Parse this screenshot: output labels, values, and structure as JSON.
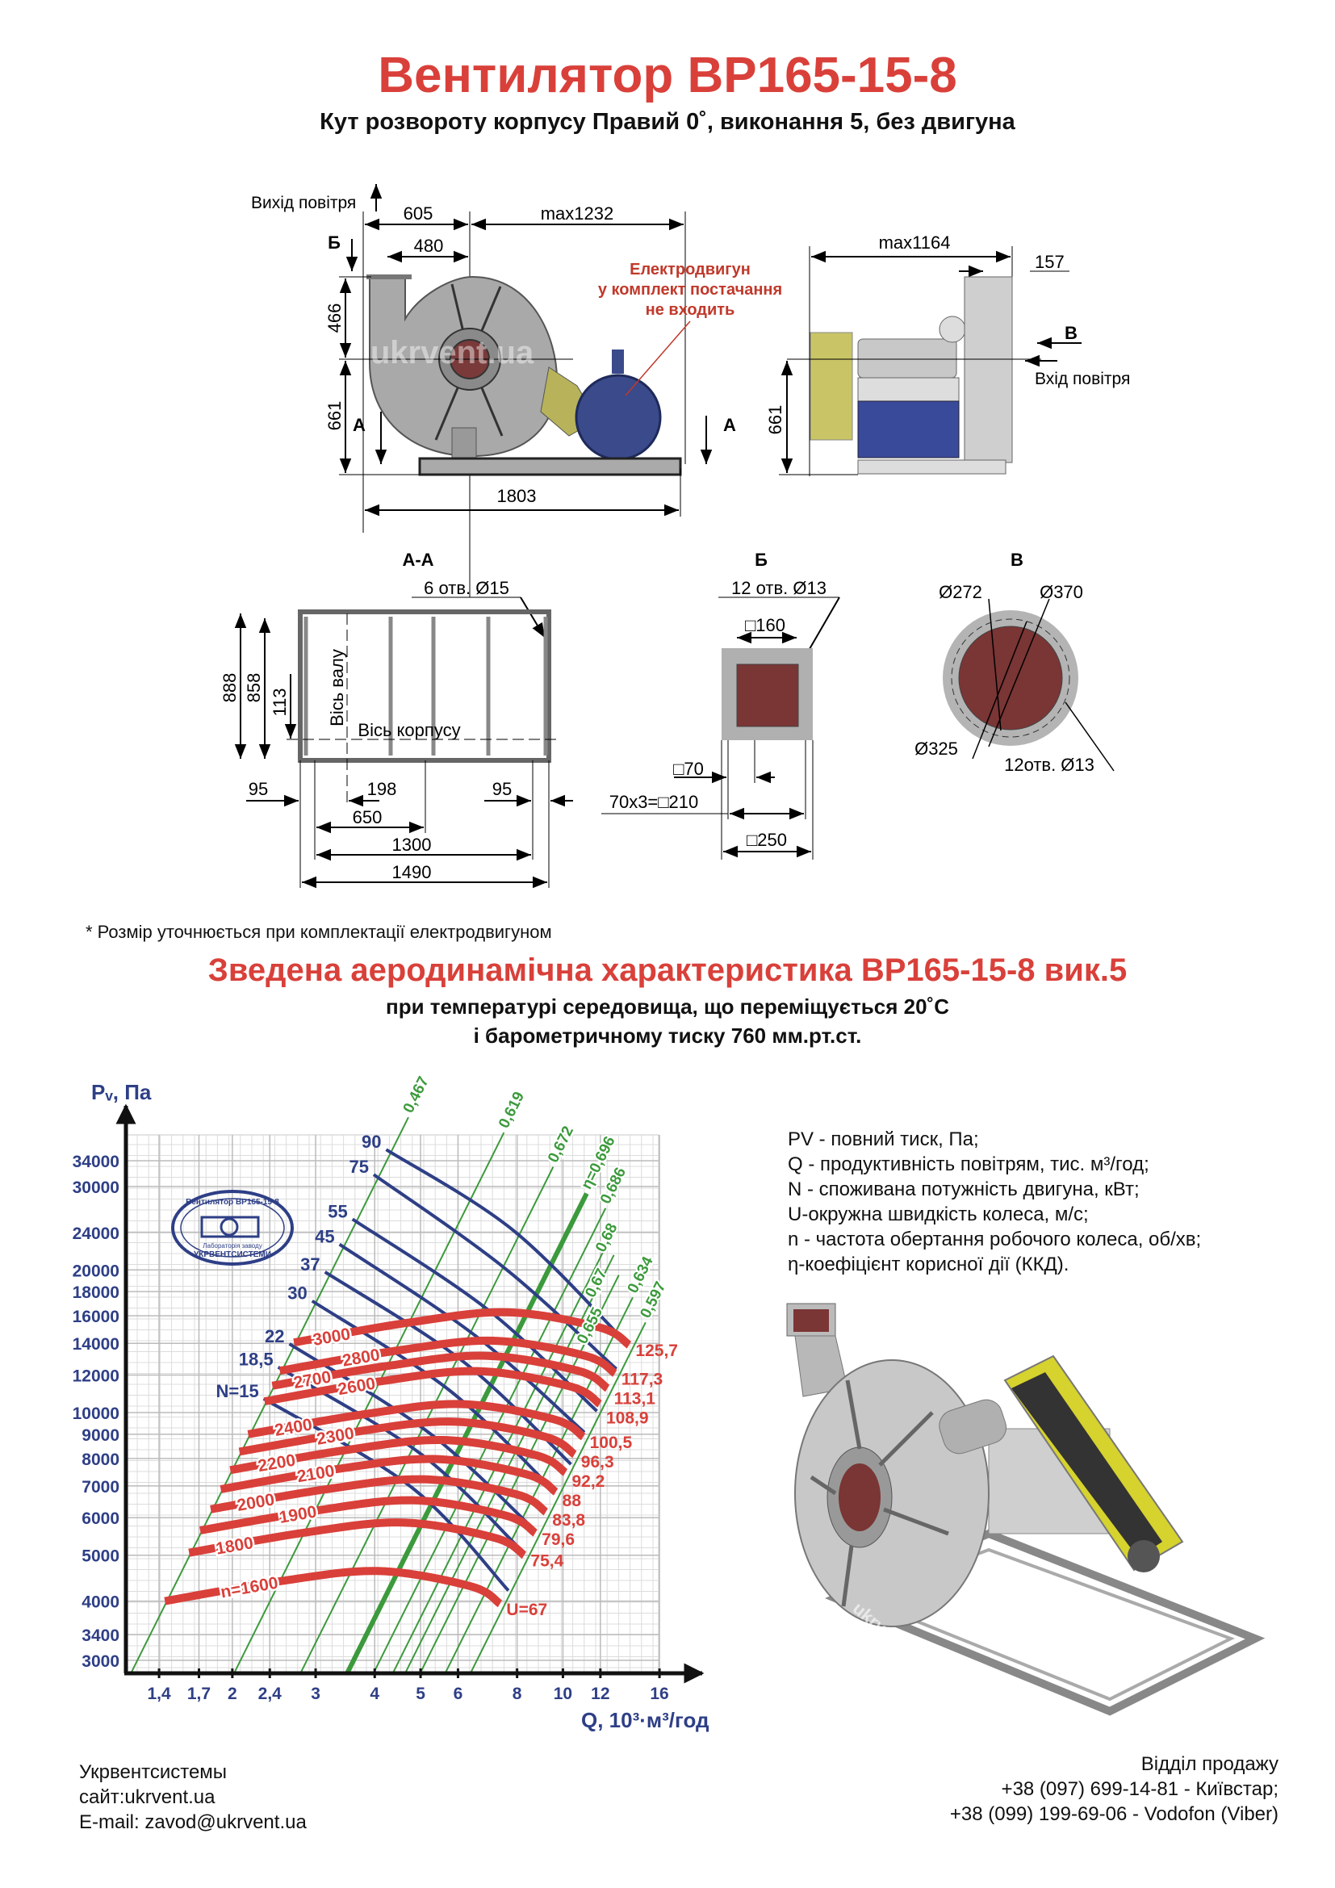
{
  "header": {
    "title": "Вентилятор ВР165-15-8",
    "subtitle": "Кут розвороту корпусу Правий 0˚, виконання 5, без двигуна"
  },
  "drawing": {
    "air_outlet": "Вихід повітря",
    "air_inlet": "Вхід повітря",
    "dim_605": "605",
    "dim_max1232": "max1232",
    "dim_480": "480",
    "dim_466": "466",
    "dim_661": "661",
    "dim_1803": "1803",
    "dim_max1164": "max1164",
    "dim_157": "157",
    "dim_661_side": "661",
    "label_b": "Б",
    "label_a": "А",
    "label_v": "В",
    "motor_note": [
      "Електродвигун",
      "у комплект постачання",
      "не входить"
    ],
    "watermark": "ukrvent.ua",
    "section_aa": {
      "title": "А-А",
      "holes": "6 отв. Ø15",
      "dim_888": "888",
      "dim_858": "858",
      "dim_113": "113",
      "shaft_axis": "Вісь валу",
      "body_axis": "Вісь корпусу",
      "dim_95_left": "95",
      "dim_198": "198",
      "dim_95_right": "95",
      "dim_650": "650",
      "dim_1300": "1300",
      "dim_1490": "1490"
    },
    "section_b": {
      "title": "Б",
      "holes": "12 отв. Ø13",
      "dim_160": "□160",
      "dim_70": "□70",
      "dim_210": "70х3=□210",
      "dim_250": "□250"
    },
    "section_v": {
      "title": "В",
      "d272": "Ø272",
      "d370": "Ø370",
      "d325": "Ø325",
      "holes": "12отв. Ø13"
    }
  },
  "note": "* Розмір уточнюється при комплектації електродвигуном",
  "characteristic": {
    "title": "Зведена аеродинамічна характеристика ВР165-15-8 вик.5",
    "line1": "при температурі середовища, що переміщується 20˚С",
    "line2": "і барометричному тиску 760 мм.рт.ст."
  },
  "stamp": [
    "Вентилятор ВР165-15-8",
    "Лабораторія заводу",
    "УКРВЕНТСИСТЕМИ"
  ],
  "legend": [
    "PV - повний тиск, Па;",
    "Q - продуктивність повітрям, тис. м³/год;",
    "N - споживана потужність двигуна, кВт;",
    "U-окружна швидкість колеса, м/с;",
    "n - частота обертання робочого колеса, об/хв;",
    "η-коефіцієнт корисної дії (ККД)."
  ],
  "footer": {
    "company": "Укрвентсистемы",
    "site": "сайт:ukrvent.ua",
    "email": "E-mail: zavod@ukrvent.ua",
    "sales": "Відділ продажу",
    "phone1": "+38 (097) 699-14-81 - Київстар;",
    "phone2": "+38 (099) 199-69-06 - Vodofon (Viber)"
  },
  "colors": {
    "red": "#d9403a",
    "blue": "#2e3f86",
    "green": "#3c9a3c",
    "grid": "#c8c8c8"
  },
  "chart_data": {
    "type": "line",
    "title": "Зведена аеродинамічна характеристика ВР165-15-8 вик.5",
    "xlabel": "Q, 10³·м³/год",
    "ylabel": "Pᵥ, Па",
    "xscale": "log",
    "yscale": "log",
    "xlim": [
      1.18,
      16
    ],
    "ylim": [
      2820,
      38500
    ],
    "grid": true,
    "x_ticks": [
      1.4,
      1.7,
      2,
      2.4,
      3,
      4,
      5,
      6,
      8,
      10,
      12,
      16
    ],
    "x_tick_labels": [
      "1,4",
      "1,7",
      "2",
      "2,4",
      "3",
      "4",
      "5",
      "6",
      "8",
      "10",
      "12",
      "16"
    ],
    "y_ticks": [
      3000,
      3400,
      4000,
      5000,
      6000,
      7000,
      8000,
      9000,
      10000,
      12000,
      14000,
      16000,
      18000,
      20000,
      24000,
      30000,
      34000
    ],
    "y_tick_labels": [
      "3000",
      "3400",
      "4000",
      "5000",
      "6000",
      "7000",
      "8000",
      "9000",
      "10000",
      "12000",
      "14000",
      "16000",
      "18000",
      "20000",
      "24000",
      "30000",
      "34000"
    ],
    "speed_curves": [
      {
        "n": 1600,
        "label": "n=1600",
        "u_label": "U=67",
        "Q": [
          1.44,
          2.5,
          4.06,
          6.38,
          7.36
        ],
        "P": [
          4000,
          4400,
          4630,
          4300,
          3950
        ]
      },
      {
        "n": 1800,
        "label": "1800",
        "u_label": "75,4",
        "Q": [
          1.62,
          2.81,
          4.57,
          7.18,
          8.28
        ],
        "P": [
          5060,
          5570,
          5860,
          5440,
          5000
        ]
      },
      {
        "n": 1900,
        "label": "1900",
        "u_label": "79,6",
        "Q": [
          1.71,
          2.97,
          4.82,
          7.58,
          8.74
        ],
        "P": [
          5640,
          6200,
          6530,
          6060,
          5570
        ]
      },
      {
        "n": 2000,
        "label": "2000",
        "u_label": "83,8",
        "Q": [
          1.8,
          3.13,
          5.08,
          7.98,
          9.2
        ],
        "P": [
          6250,
          6880,
          7230,
          6720,
          6170
        ]
      },
      {
        "n": 2100,
        "label": "2100",
        "u_label": "88",
        "Q": [
          1.89,
          3.28,
          5.33,
          8.37,
          9.66
        ],
        "P": [
          6890,
          7580,
          7980,
          7410,
          6800
        ]
      },
      {
        "n": 2200,
        "label": "2200",
        "u_label": "92,2",
        "Q": [
          1.98,
          3.44,
          5.58,
          8.77,
          10.12
        ],
        "P": [
          7560,
          8320,
          8750,
          8130,
          7470
        ]
      },
      {
        "n": 2300,
        "label": "2300",
        "u_label": "96,3",
        "Q": [
          2.07,
          3.59,
          5.84,
          9.17,
          10.58
        ],
        "P": [
          8270,
          9090,
          9570,
          8890,
          8160
        ]
      },
      {
        "n": 2400,
        "label": "2400",
        "u_label": "100,5",
        "Q": [
          2.16,
          3.75,
          6.09,
          9.57,
          11.04
        ],
        "P": [
          9000,
          9900,
          10420,
          9680,
          8890
        ]
      },
      {
        "n": 2600,
        "label": "2600",
        "u_label": "108,9",
        "Q": [
          2.34,
          4.06,
          6.6,
          10.37,
          11.96
        ],
        "P": [
          10560,
          11620,
          12230,
          11350,
          10430
        ]
      },
      {
        "n": 2700,
        "label": "2700",
        "u_label": "113,1",
        "Q": [
          2.43,
          4.22,
          6.85,
          10.77,
          12.42
        ],
        "P": [
          11390,
          12530,
          13180,
          12250,
          11250
        ]
      },
      {
        "n": 2800,
        "label": "2800",
        "u_label": "117,3",
        "Q": [
          2.52,
          4.38,
          7.11,
          11.17,
          12.88
        ],
        "P": [
          12250,
          13480,
          14180,
          13170,
          12100
        ]
      },
      {
        "n": 3000,
        "label": "3000",
        "u_label": "125,7",
        "Q": [
          2.7,
          4.69,
          7.61,
          11.96,
          13.8
        ],
        "P": [
          14060,
          15470,
          16280,
          15120,
          13890
        ]
      }
    ],
    "power_curves": [
      {
        "N": 15,
        "label": "N=15",
        "Q": [
          2.33,
          4.79,
          7.67
        ],
        "P": [
          10700,
          6950,
          4210
        ]
      },
      {
        "N": 18.5,
        "label": "18,5",
        "Q": [
          2.5,
          4.99,
          8.17
        ],
        "P": [
          12470,
          8200,
          5120
        ]
      },
      {
        "N": 22,
        "label": "22",
        "Q": [
          2.64,
          5.2,
          8.7
        ],
        "P": [
          13970,
          9080,
          5660
        ]
      },
      {
        "N": 30,
        "label": "30",
        "Q": [
          2.95,
          5.75,
          9.6
        ],
        "P": [
          17200,
          11150,
          6820
        ]
      },
      {
        "N": 37,
        "label": "37",
        "Q": [
          3.14,
          6.12,
          10.4
        ],
        "P": [
          19800,
          12870,
          7780
        ]
      },
      {
        "N": 45,
        "label": "45",
        "Q": [
          3.37,
          6.51,
          11.1
        ],
        "P": [
          22650,
          14560,
          9080
        ]
      },
      {
        "N": 55,
        "label": "55",
        "Q": [
          3.59,
          6.93,
          11.8
        ],
        "P": [
          25600,
          16500,
          10070
        ]
      },
      {
        "N": 75,
        "label": "75",
        "Q": [
          3.98,
          7.52,
          12.97
        ],
        "P": [
          31800,
          20200,
          12360
        ]
      },
      {
        "N": 90,
        "label": "90",
        "Q": [
          4.23,
          7.83,
          13.6
        ],
        "P": [
          35900,
          24300,
          14050
        ]
      }
    ],
    "efficiency_lines": [
      {
        "eta": 0.467,
        "label": "0,467",
        "Q_at_10000Pa": 2.3,
        "P_top": 42000,
        "bold": false
      },
      {
        "eta": 0.619,
        "label": "0,619",
        "Q_at_10000Pa": 3.8,
        "P_top": 39000,
        "bold": false
      },
      {
        "eta": 0.672,
        "label": "0,672",
        "Q_at_10000Pa": 5.25,
        "P_top": 33000,
        "bold": false
      },
      {
        "eta": 0.696,
        "label": "η=0,696",
        "Q_at_10000Pa": 6.59,
        "P_top": 29000,
        "bold": true
      },
      {
        "eta": 0.686,
        "label": "0,686",
        "Q_at_10000Pa": 7.49,
        "P_top": 27000,
        "bold": false
      },
      {
        "eta": 0.68,
        "label": "0,68",
        "Q_at_10000Pa": 8.23,
        "P_top": 24500,
        "bold": false
      },
      {
        "eta": 0.67,
        "label": "0,67",
        "Q_at_10000Pa": 8.74,
        "P_top": 21500,
        "bold": false
      },
      {
        "eta": 0.655,
        "label": "0,655",
        "Q_at_10000Pa": 9.4,
        "P_top": 19500,
        "bold": false
      },
      {
        "eta": 0.634,
        "label": "0,634",
        "Q_at_10000Pa": 10.62,
        "P_top": 17500,
        "bold": false
      },
      {
        "eta": 0.597,
        "label": "0,597",
        "Q_at_10000Pa": 12.01,
        "P_top": 15500,
        "bold": false
      }
    ]
  }
}
